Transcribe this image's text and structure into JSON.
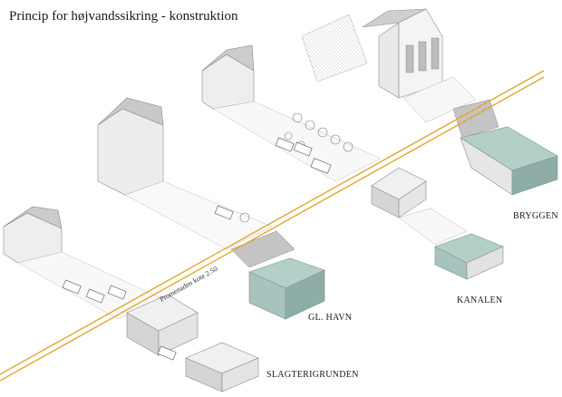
{
  "title": "Princip for højvandssikring - konstruktion",
  "line_label": "Promenaden kote 2.50",
  "areas": {
    "bryggen": "BRYGGEN",
    "kanalen": "KANALEN",
    "gl_havn": "GL. HAVN",
    "slagterigrunden": "SLAGTERIGRUNDEN"
  },
  "colors": {
    "line": "#e2a72c",
    "water": "#a7c3bd",
    "water_dark": "#86a6a0",
    "wall_light": "#f2f2f2",
    "wall_mid": "#d8d8d8",
    "roof": "#c7c7c7",
    "outline": "#8a8a8a"
  }
}
